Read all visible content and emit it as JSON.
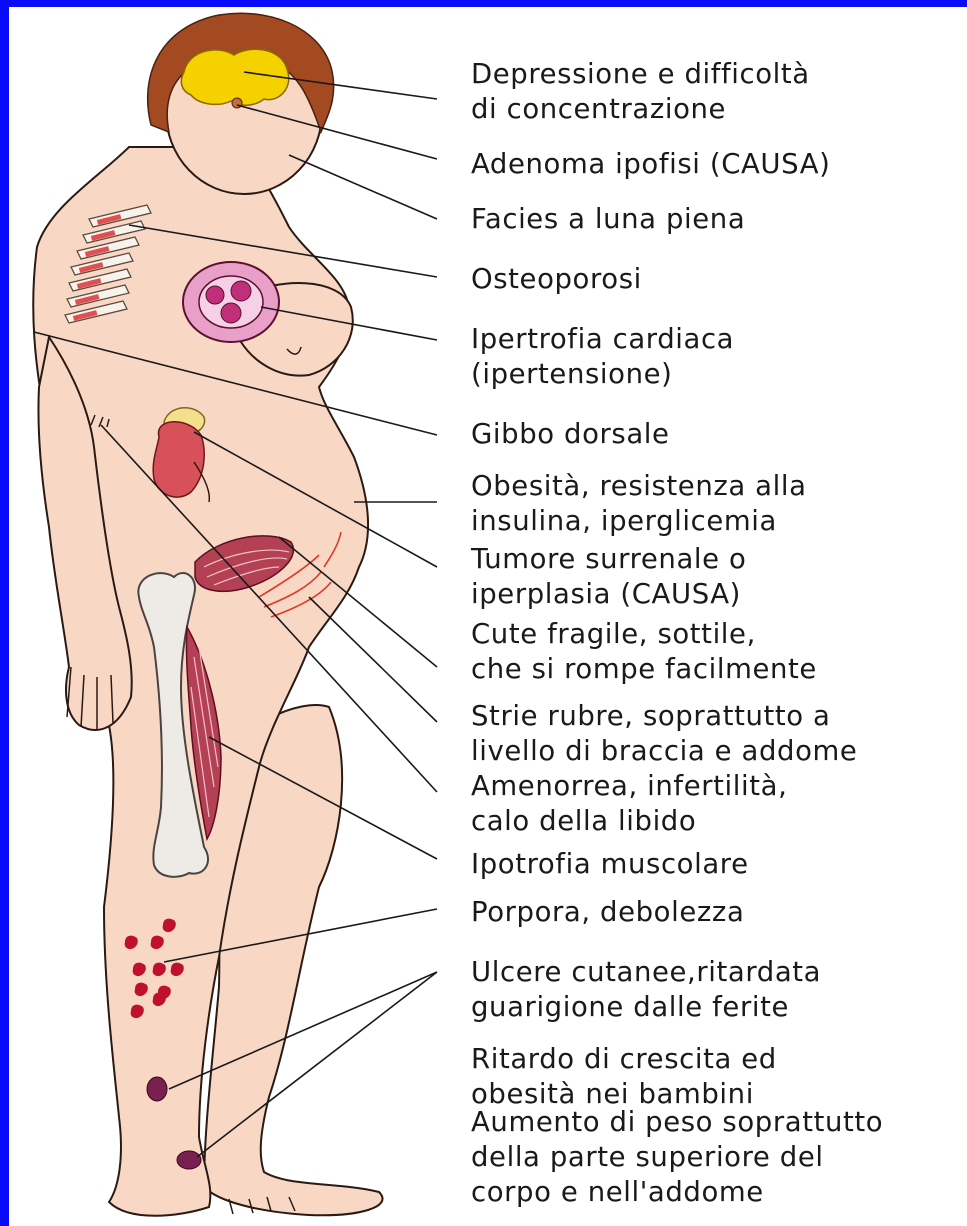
{
  "colors": {
    "border": "#0a0afa",
    "skin": "#f9d7c5",
    "outline": "#2a1a14",
    "hair": "#a34a22",
    "brain": "#f5d100",
    "heart": "#c0307a",
    "kidney": "#d8505a",
    "adrenal": "#f4e08c",
    "muscle": "#b44054",
    "bone": "#eeeae6",
    "purpura": "#c01030",
    "ulcer": "#7a2050"
  },
  "labels": [
    {
      "text": "Depressione e difficoltà\ndi concentrazione"
    },
    {
      "text": "Adenoma ipofisi (CAUSA)"
    },
    {
      "text": "Facies a luna piena"
    },
    {
      "text": "Osteoporosi"
    },
    {
      "text": "Ipertrofia cardiaca\n(ipertensione)"
    },
    {
      "text": "Gibbo dorsale"
    },
    {
      "text": "Obesità, resistenza alla\ninsulina, iperglicemia"
    },
    {
      "text": "Tumore surrenale o\niperplasia (CAUSA)"
    },
    {
      "text": "Cute fragile, sottile,\nche si rompe facilmente"
    },
    {
      "text": "Strie rubre, soprattutto a\nlivello di braccia e addome"
    },
    {
      "text": "Amenorrea, infertilità,\ncalo della libido"
    },
    {
      "text": "Ipotrofia muscolare"
    },
    {
      "text": "Porpora,  debolezza"
    },
    {
      "text": "Ulcere cutanee,ritardata\nguarigione dalle ferite"
    },
    {
      "text": "Ritardo di crescita ed\nobesità nei bambini"
    },
    {
      "text": "Aumento di peso soprattutto\ndella parte superiore del\ncorpo e nell'addome"
    }
  ]
}
